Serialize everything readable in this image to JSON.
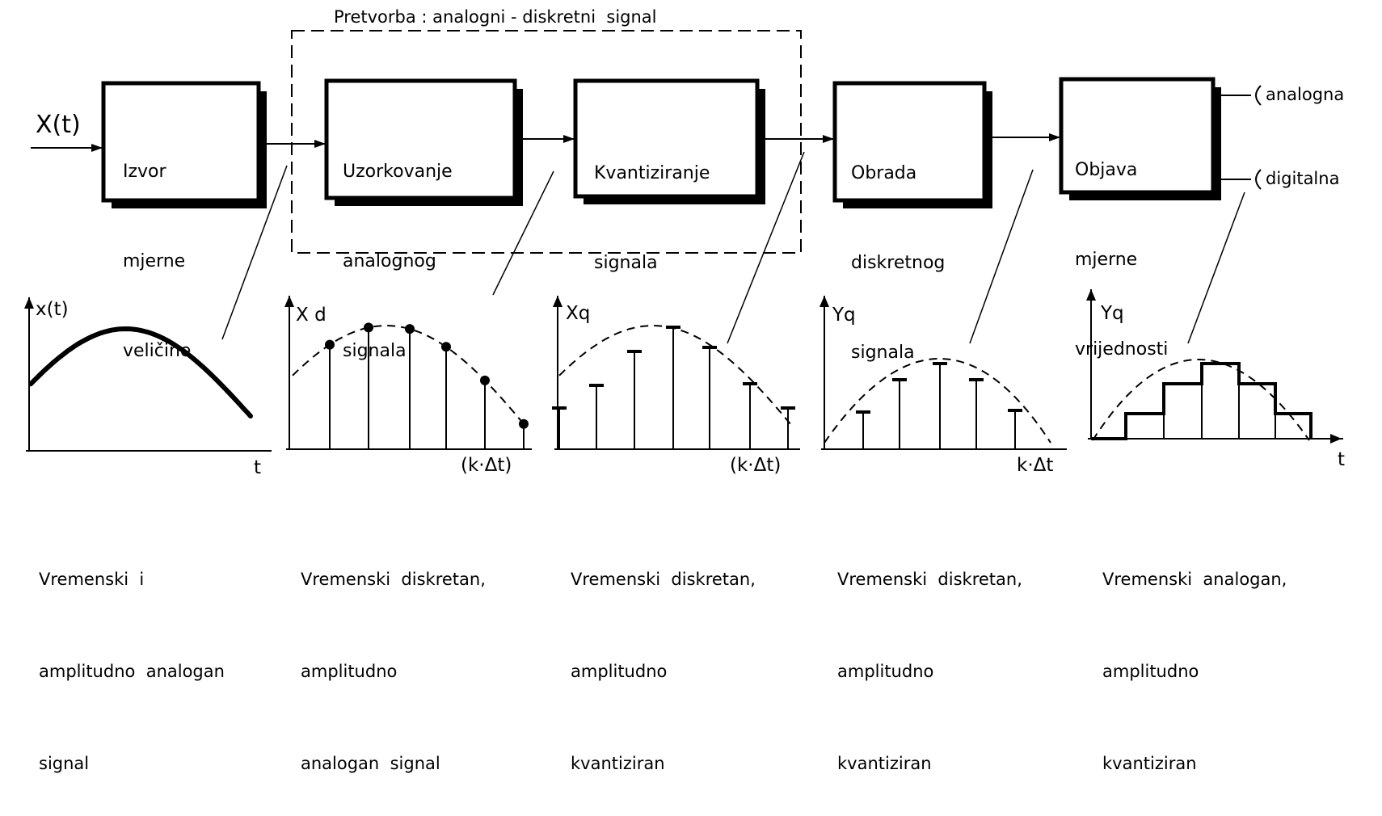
{
  "group_label": "Pretvorba : analogni - diskretni  signal",
  "input_label": "X(t)",
  "blocks": [
    {
      "lines": [
        "Izvor",
        "mjerne",
        "veličine"
      ]
    },
    {
      "lines": [
        "Uzorkovanje",
        "analognog",
        "signala"
      ]
    },
    {
      "lines": [
        "Kvantiziranje",
        "signala"
      ]
    },
    {
      "lines": [
        "Obrada",
        "diskretnog",
        "signala"
      ]
    },
    {
      "lines": [
        "Objava",
        "mjerne",
        "vrijednosti"
      ]
    }
  ],
  "outputs": [
    "analogna",
    "digitalna"
  ],
  "plots": [
    {
      "ylabel": "x(t)",
      "xlabel": "t"
    },
    {
      "ylabel": "X d",
      "xlabel": "(k·Δt)"
    },
    {
      "ylabel": "Xq",
      "xlabel": "(k·Δt)"
    },
    {
      "ylabel": "Yq",
      "xlabel": "k·Δt"
    },
    {
      "ylabel": "Yq",
      "xlabel": "t"
    }
  ],
  "captions": [
    [
      "Vremenski  i",
      "amplitudno  analogan",
      "signal"
    ],
    [
      "Vremenski  diskretan,",
      "amplitudno",
      "analogan  signal"
    ],
    [
      "Vremenski  diskretan,",
      "amplitudno",
      "kvantiziran"
    ],
    [
      "Vremenski  diskretan,",
      "amplitudno",
      "kvantiziran"
    ],
    [
      "Vremenski  analogan,",
      "amplitudno",
      "kvantiziran"
    ]
  ]
}
